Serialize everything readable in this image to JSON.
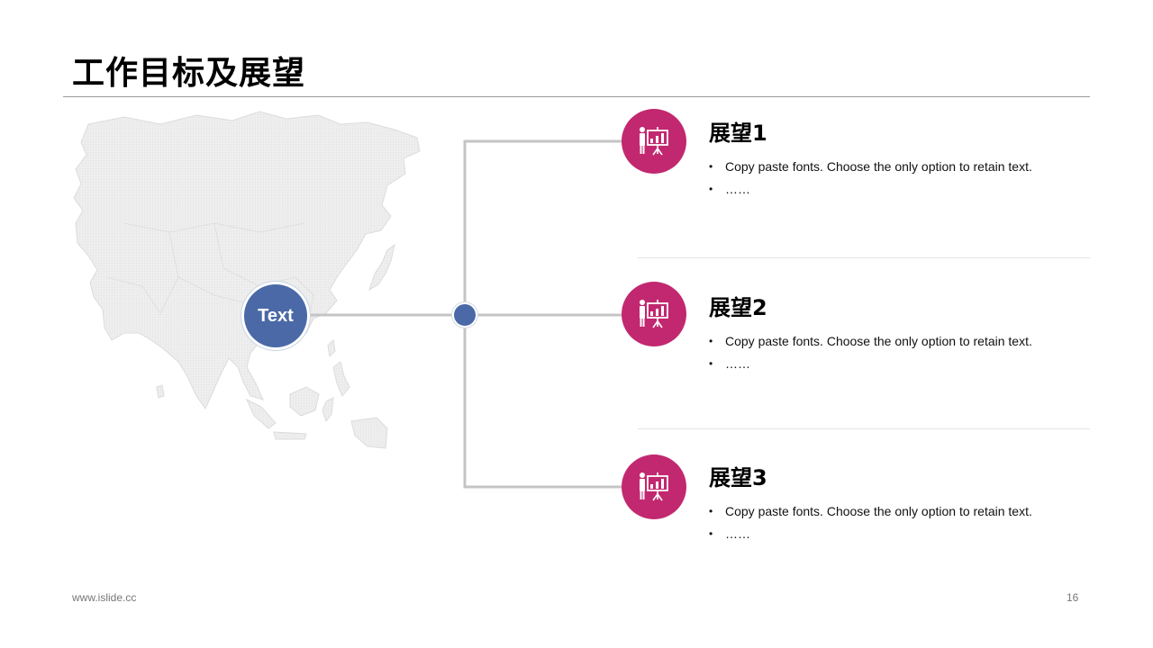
{
  "slide": {
    "title": "工作目标及展望",
    "center_label": "Text",
    "footer_url": "www.islide.cc",
    "page_number": "16"
  },
  "items": [
    {
      "heading": "展望1",
      "bullets": [
        "Copy paste fonts. Choose the only option to retain text.",
        "……"
      ],
      "icon": "presentation-chart-icon"
    },
    {
      "heading": "展望2",
      "bullets": [
        "Copy paste fonts. Choose the only option to retain text.",
        "……"
      ],
      "icon": "presentation-chart-icon"
    },
    {
      "heading": "展望3",
      "bullets": [
        "Copy paste fonts. Choose the only option to retain text.",
        "……"
      ],
      "icon": "presentation-chart-icon"
    }
  ],
  "colors": {
    "accent_blue": "#4a69a6",
    "accent_magenta": "#c2286f",
    "connector_gray": "#c4c4c4",
    "map_gray": "#ececec"
  }
}
